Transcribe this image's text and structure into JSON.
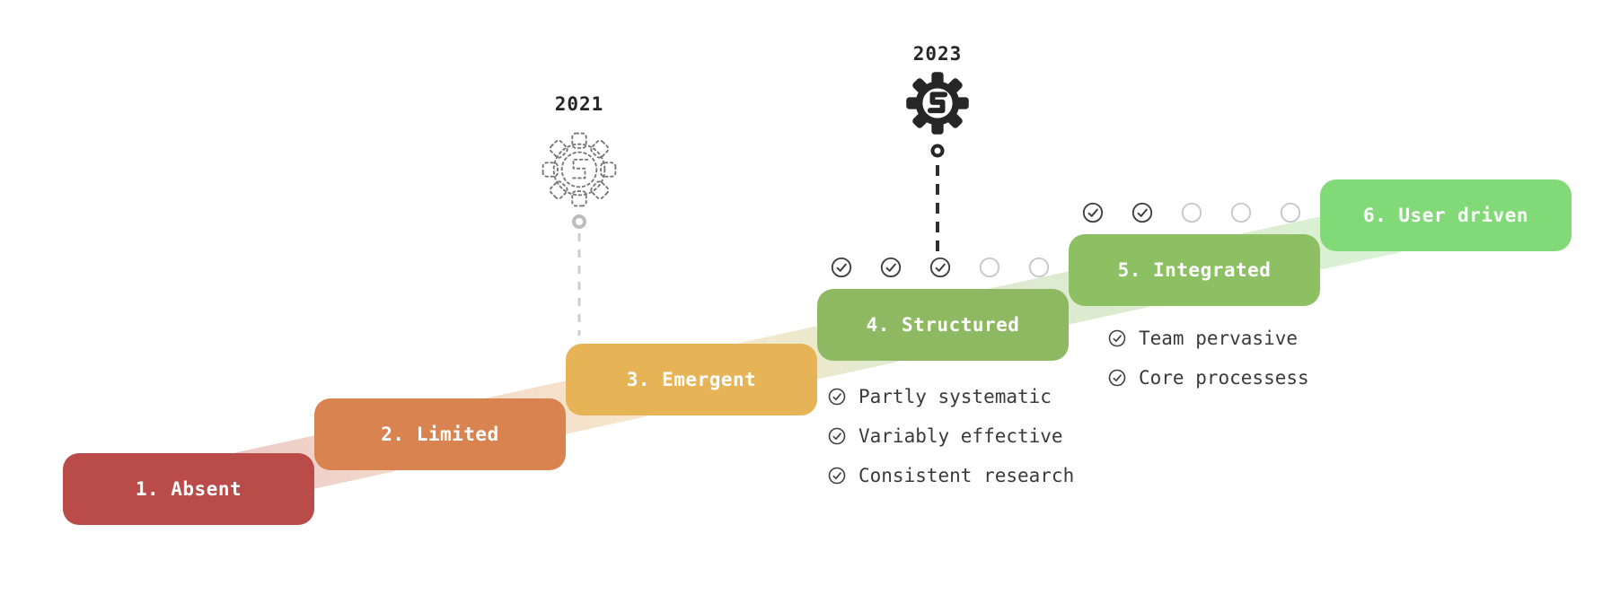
{
  "markers": [
    {
      "year": "2021",
      "variant": "dashed-outline",
      "icon": "gear-s-logo",
      "accent": "#777777",
      "line_color": "#cdcdcd"
    },
    {
      "year": "2023",
      "variant": "solid",
      "icon": "gear-s-logo",
      "accent": "#262626",
      "line_color": "#2f2f2f"
    }
  ],
  "steps": [
    {
      "label": "1. Absent",
      "color": "#b94b49"
    },
    {
      "label": "2. Limited",
      "color": "#d98450"
    },
    {
      "label": "3. Emergent",
      "color": "#e6b456"
    },
    {
      "label": "4. Structured",
      "color": "#8eb962",
      "progress": {
        "total": 5,
        "checked": 3
      },
      "checklist": [
        "Partly systematic",
        "Variably effective",
        "Consistent research"
      ]
    },
    {
      "label": "5. Integrated",
      "color": "#8cc063",
      "progress": {
        "total": 5,
        "checked": 2
      },
      "checklist": [
        "Team pervasive",
        "Core processess"
      ]
    },
    {
      "label": "6. User driven",
      "color": "#82d977"
    }
  ],
  "colors": {
    "checked_icon": "#3f3f3f",
    "unchecked_icon": "#c8c8c8",
    "checklist_text": "#3a3a3a",
    "year_text": "#262626"
  }
}
